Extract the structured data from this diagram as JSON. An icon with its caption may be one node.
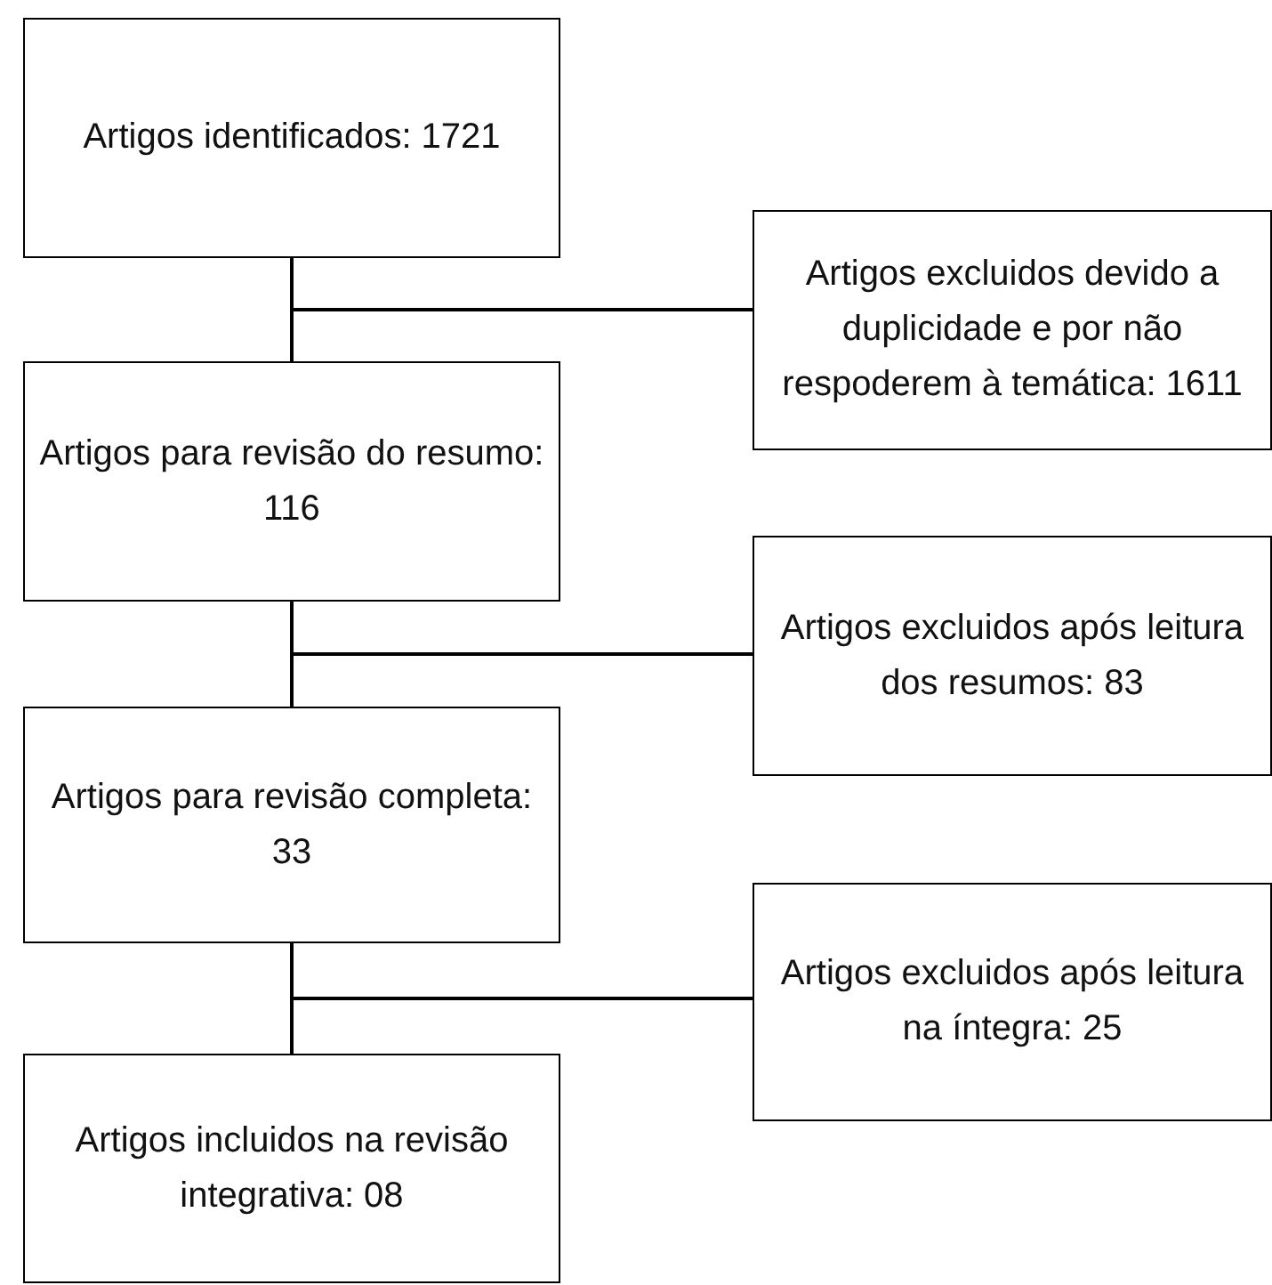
{
  "diagram": {
    "nodes": [
      {
        "text": [
          "Artigos identificados: 1721"
        ]
      },
      {
        "text": [
          "Artigos excluidos devido a duplicidade e por não respoderem à temática: 1611"
        ]
      },
      {
        "text": [
          "Artigos para revisão do resumo: 116"
        ]
      },
      {
        "text": [
          "Artigos excluidos após leitura dos resumos: 83"
        ]
      },
      {
        "text": [
          "Artigos para revisão completa: 33"
        ]
      },
      {
        "text": [
          "Artigos excluidos após leitura na íntegra: 25"
        ]
      },
      {
        "text": [
          "Artigos incluidos na revisão integrativa: 08"
        ]
      }
    ],
    "edges": [
      {
        "from": 0,
        "to": 2,
        "arrow": "none"
      },
      {
        "from": 0,
        "to": 1,
        "arrow": "none"
      },
      {
        "from": 2,
        "to": 4,
        "arrow": "none"
      },
      {
        "from": 2,
        "to": 3,
        "arrow": "none"
      },
      {
        "from": 4,
        "to": 6,
        "arrow": "none"
      },
      {
        "from": 4,
        "to": 5,
        "arrow": "none"
      }
    ]
  }
}
